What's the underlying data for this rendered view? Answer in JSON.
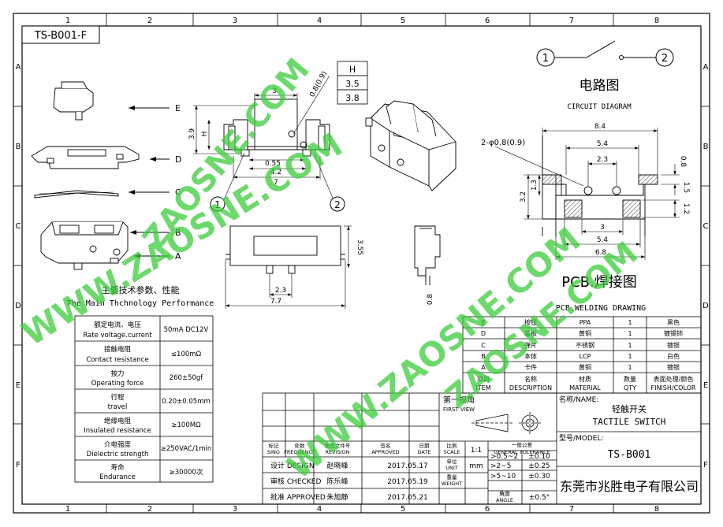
{
  "drawing_no": "TS-B001-F",
  "grid": {
    "cols": [
      "1",
      "2",
      "3",
      "4",
      "5",
      "6",
      "7",
      "8"
    ],
    "rows": [
      "A",
      "B",
      "C",
      "D",
      "E",
      "F"
    ]
  },
  "watermark": "WWW.ZAOSNE.COM",
  "watermark_short": "ZAOSNE.COM",
  "exploded_labels": [
    "E",
    "D",
    "C",
    "B",
    "A"
  ],
  "side_view": {
    "dim_3": "3",
    "dim_h": "H",
    "dim_39": "3.9",
    "dim_055": "0.55",
    "dim_42": "4.2",
    "dim_7": "7",
    "dim_08": "0.8(0.9)",
    "pin1": "1",
    "pin2": "2"
  },
  "h_table": {
    "header": "H",
    "values": [
      "3.5",
      "3.8"
    ]
  },
  "front_view": {
    "dim_355": "3.55",
    "dim_23": "2.3",
    "dim_77": "7.7"
  },
  "end_view": {
    "dim_08": "0.8"
  },
  "circuit": {
    "title_cn": "电路图",
    "title_en": "CIRCUIT DIAGRAM",
    "node1": "1",
    "node2": "2"
  },
  "pcb": {
    "dim_84": "8.4",
    "holes": "2-φ0.8(0.9)",
    "dim_54_top": "5.4",
    "dim_23": "2.3",
    "dim_08": "0.8",
    "dim_13": "1.3",
    "dim_32": "3.2",
    "dim_15": "1.5",
    "dim_12": "1.2",
    "dim_3": "3",
    "dim_54_bot": "5.4",
    "dim_68": "6.8",
    "title_cn": "PCB.焊接图",
    "title_en": "PCB.WELDING DRAWING"
  },
  "specs": {
    "title_cn": "主要技术参数、性能",
    "title_en": "The Main Thchnology Performance",
    "rows": [
      {
        "cn": "额定电流、电压",
        "en": "Rate voltage.current",
        "val": "50mA DC12V"
      },
      {
        "cn": "接触电阻",
        "en": "Contact resistance",
        "val": "≤100mΩ"
      },
      {
        "cn": "按力",
        "en": "Operating force",
        "val": "260±50gf"
      },
      {
        "cn": "行程",
        "en": "travel",
        "val": "0.20±0.05mm"
      },
      {
        "cn": "绝缘电阻",
        "en": "Insulated resistance",
        "val": "≥100MΩ"
      },
      {
        "cn": "介电强度",
        "en": "Dielectric strength",
        "val": "≥250VAC/1min"
      },
      {
        "cn": "寿命",
        "en": "Endurance",
        "val": "≥30000次"
      }
    ]
  },
  "bom": {
    "rows": [
      {
        "item": "E",
        "name": "按钮",
        "material": "PPA",
        "qty": "1",
        "finish": "黑色"
      },
      {
        "item": "D",
        "name": "盖板",
        "material": "黄铜",
        "qty": "1",
        "finish": "镀锡铈"
      },
      {
        "item": "C",
        "name": "弹片",
        "material": "不锈钢",
        "qty": "1",
        "finish": "镀银"
      },
      {
        "item": "B",
        "name": "本体",
        "material": "LCP",
        "qty": "1",
        "finish": "白色"
      },
      {
        "item": "A",
        "name": "卡件",
        "material": "黄铜",
        "qty": "1",
        "finish": "镀银"
      }
    ],
    "header": {
      "item_cn": "项目",
      "item_en": "ITEM",
      "name_cn": "名称",
      "name_en": "DESCRIPTION",
      "mat_cn": "材质",
      "mat_en": "MATERIAL",
      "qty_cn": "数量",
      "qty_en": "QTY",
      "fin_cn": "表面处理/颜色",
      "fin_en": "FINISH/COLOR"
    }
  },
  "title_block": {
    "view_cn": "第一视角",
    "view_en": "FIRST VIEW",
    "name_label": "名称/NAME:",
    "name_cn": "轻触开关",
    "name_en": "TACTILE SWITCH",
    "model_label": "型号/MODEL:",
    "model": "TS-B001",
    "company": "东莞市兆胜电子有限公司",
    "rev_headers": [
      {
        "cn": "标记",
        "en": "SING"
      },
      {
        "cn": "处数",
        "en": "FREQUENCY"
      },
      {
        "cn": "更改文件号",
        "en": "REVISION"
      },
      {
        "cn": "签名",
        "en": "APPROVED"
      },
      {
        "cn": "日期",
        "en": "DATE"
      },
      {
        "cn": "比例",
        "en": "SCALE"
      }
    ],
    "scale": "1:1",
    "unit_cn": "单位",
    "unit_en": "UNIT",
    "unit": "mm",
    "weight_cn": "重量",
    "weight_en": "WEIGHT",
    "tol_cn": "一般公差",
    "tol_en": "GENERAL TOLERANCE",
    "tolerances": [
      {
        "range": ">0.5~2",
        "tol": "±0.10"
      },
      {
        "range": ">2~5",
        "tol": "±0.25"
      },
      {
        "range": ">5~10",
        "tol": "±0.30"
      },
      {
        "range": "角度",
        "range_en": "ANGLE",
        "tol": "±0.5°"
      }
    ],
    "signatures": [
      {
        "role": "设计 DESIGN",
        "name": "赵晓峰",
        "date": "2017.05.17"
      },
      {
        "role": "审核 CHECKED",
        "name": "陈乐峰",
        "date": "2017.05.19"
      },
      {
        "role": "批准 APPROVED",
        "name": "朱旭静",
        "date": "2017.05.21"
      }
    ]
  }
}
